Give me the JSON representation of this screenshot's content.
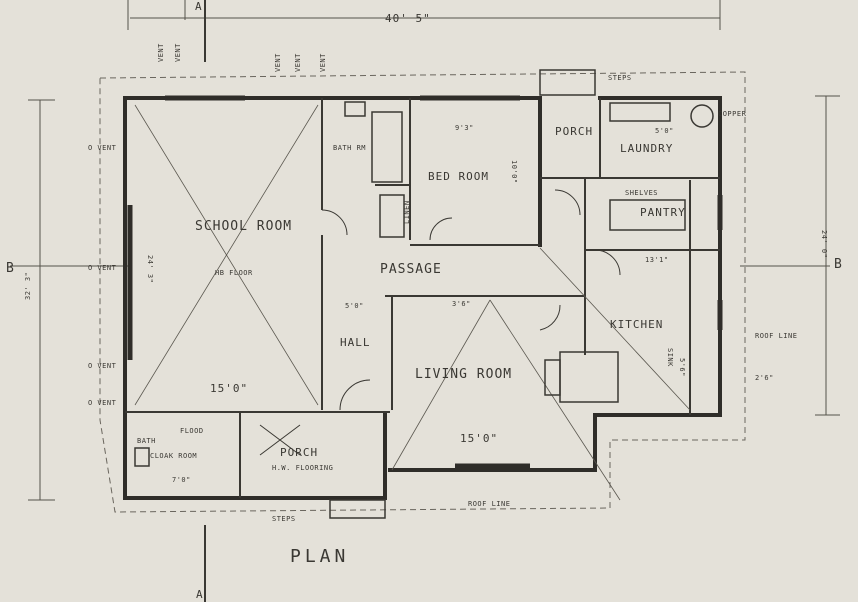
{
  "title": "PLAN",
  "dimensions": {
    "overall_width": "40' 5\"",
    "overall_depth_left": "32' 3\"",
    "right_section": "24' 0\"",
    "school_room_depth": "24' 3\"",
    "school_room_width": "15'0\"",
    "living_room_width": "15'0\"",
    "bed_room_width": "9'3\"",
    "bed_room_depth": "10'0\"",
    "laundry_width": "5'0\"",
    "hall_width": "5'0\"",
    "hall_depth": "3'6\"",
    "kitchen_width": "13'1\"",
    "kitchen_depth": "5'6\"",
    "cloak_room_width": "7'0\"",
    "roof_line_offset": "2'6\""
  },
  "rooms": {
    "school_room": "SCHOOL ROOM",
    "school_room_note": "HB FLOOR",
    "bath_rm": "BATH RM",
    "bed_room": "BED ROOM",
    "porch_rear": "PORCH",
    "laundry": "LAUNDRY",
    "shelves": "SHELVES",
    "pantry": "PANTRY",
    "linen": "LINEN",
    "passage": "PASSAGE",
    "hall": "HALL",
    "living_room": "LIVING ROOM",
    "kitchen": "KITCHEN",
    "cloak_room": "CLOAK ROOM",
    "bath_small": "BATH",
    "flood": "FLOOD",
    "porch_front": "PORCH",
    "porch_front_note": "H.W. FLOORING"
  },
  "annotations": {
    "section_left": "B",
    "section_right": "B",
    "arrow_top": "A",
    "arrow_bottom": "A",
    "roof_line_right": "ROOF LINE",
    "roof_line_bottom": "ROOF LINE",
    "steps_top": "STEPS",
    "steps_bottom": "STEPS",
    "copper": "COPPER",
    "sink": "SINK",
    "vent1": "O VENT",
    "vent2": "O VENT",
    "vent3": "O VENT",
    "vent4": "O VENT",
    "vent_top1": "VENT",
    "vent_top2": "VENT",
    "vent_top3": "VENT",
    "vent_top4": "VENT",
    "vent_top5": "VENT"
  }
}
